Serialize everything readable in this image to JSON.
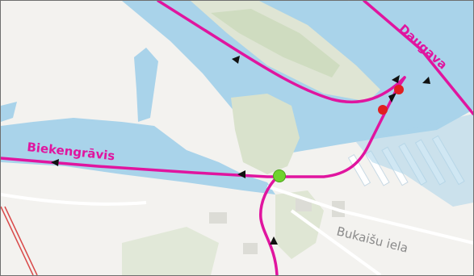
{
  "map": {
    "labels": {
      "route_biekengravis": "Biekengrāvis",
      "route_daugava": "Daugava",
      "street_bukaisu": "Bukaišu iela"
    },
    "colors": {
      "land": "#f3f2ef",
      "water": "#a9d3ea",
      "park": "#d9e2cc",
      "building": "#dcdcd6",
      "route": "#e0159f",
      "marker_start": "#6fd32d",
      "marker_stop": "#e02020",
      "arrow": "#111111",
      "street_casing": "#d94a4a"
    },
    "markers": [
      {
        "type": "start",
        "color_key": "marker_start"
      },
      {
        "type": "stop",
        "color_key": "marker_stop"
      },
      {
        "type": "stop",
        "color_key": "marker_stop"
      }
    ]
  }
}
